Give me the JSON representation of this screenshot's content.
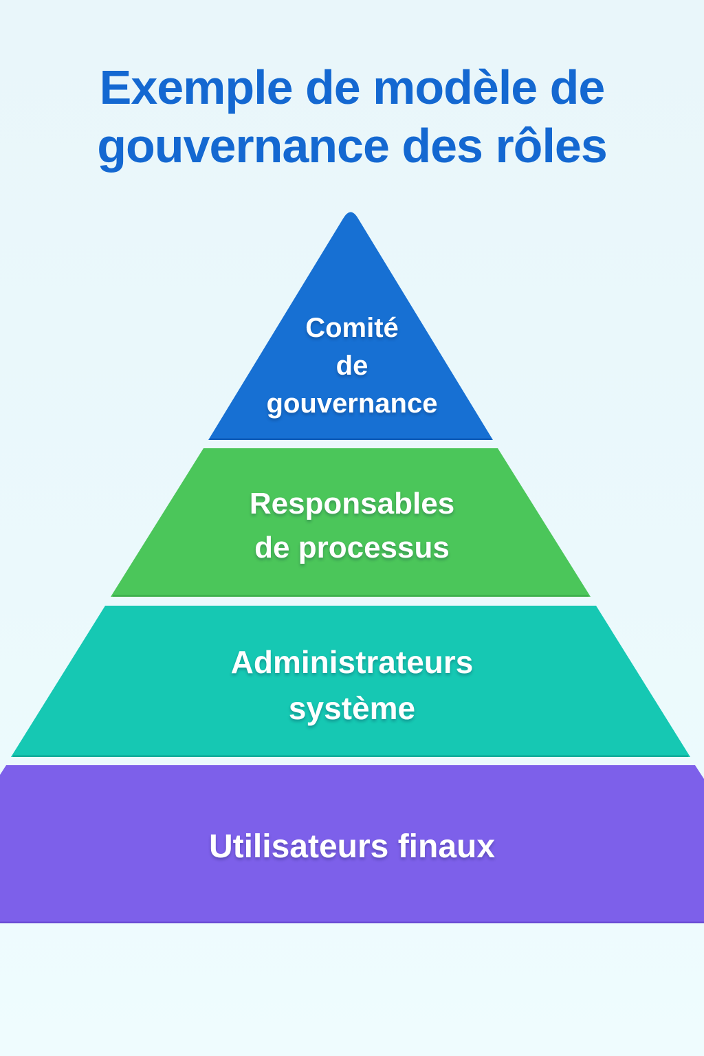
{
  "background": {
    "top_color": "#e9f6fa",
    "bottom_color": "#effcfe"
  },
  "title": {
    "text": "Exemple de modèle de gouvernance des rôles",
    "lines": [
      "Exemple de modèle de",
      "gouvernance des rôles"
    ],
    "color": "#1468d1"
  },
  "pyramid": {
    "type": "pyramid-diagram",
    "level_count": 4,
    "levels": [
      {
        "rank": 1,
        "label": "Comité de gouvernance",
        "lines": [
          "Comité",
          "de",
          "gouvernance"
        ],
        "fill": "#1770d3",
        "edge": "#0f5cb8",
        "text_color": "#ffffff"
      },
      {
        "rank": 2,
        "label": "Responsables de processus",
        "lines": [
          "Responsables",
          "de processus"
        ],
        "fill": "#4bc65a",
        "edge": "#3aae49",
        "text_color": "#ffffff"
      },
      {
        "rank": 3,
        "label": "Administrateurs système",
        "lines": [
          "Administrateurs",
          "système"
        ],
        "fill": "#16c8b3",
        "edge": "#0fab99",
        "text_color": "#ffffff"
      },
      {
        "rank": 4,
        "label": "Utilisateurs finaux",
        "lines": [
          "Utilisateurs finaux"
        ],
        "fill": "#7d60ea",
        "edge": "#6a4cd4",
        "text_color": "#ffffff"
      }
    ]
  }
}
